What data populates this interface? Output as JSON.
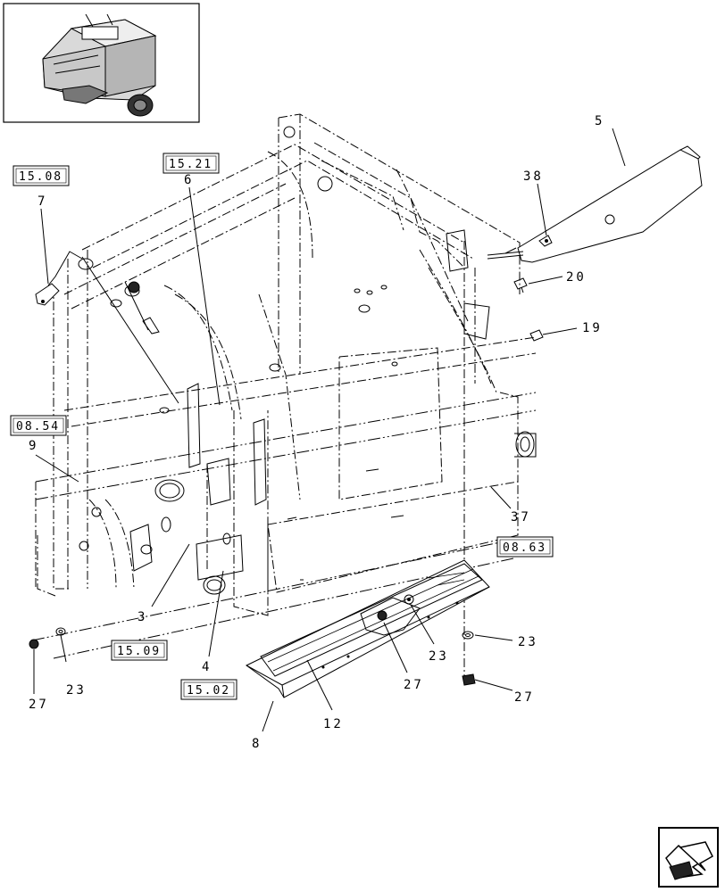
{
  "diagram": {
    "callouts": {
      "c38": "38",
      "c5": "5",
      "c20": "20",
      "c19": "19",
      "c7": "7",
      "c6": "6",
      "c9": "9",
      "c37": "37",
      "c3": "3",
      "c4": "4",
      "c23_left": "23",
      "c27_left": "27",
      "c8": "8",
      "c12": "12",
      "c27_mid": "27",
      "c23_mid": "23",
      "c23_right": "23",
      "c27_right": "27"
    },
    "references": {
      "ref_15_08": "15.08",
      "ref_15_21": "15.21",
      "ref_08_54": "08.54",
      "ref_08_63": "08.63",
      "ref_15_09": "15.09",
      "ref_15_02": "15.02"
    },
    "thumbnail": {
      "icon": "baler-overview-thumbnail"
    },
    "nav": {
      "icon": "next-page-arrow-icon"
    }
  }
}
